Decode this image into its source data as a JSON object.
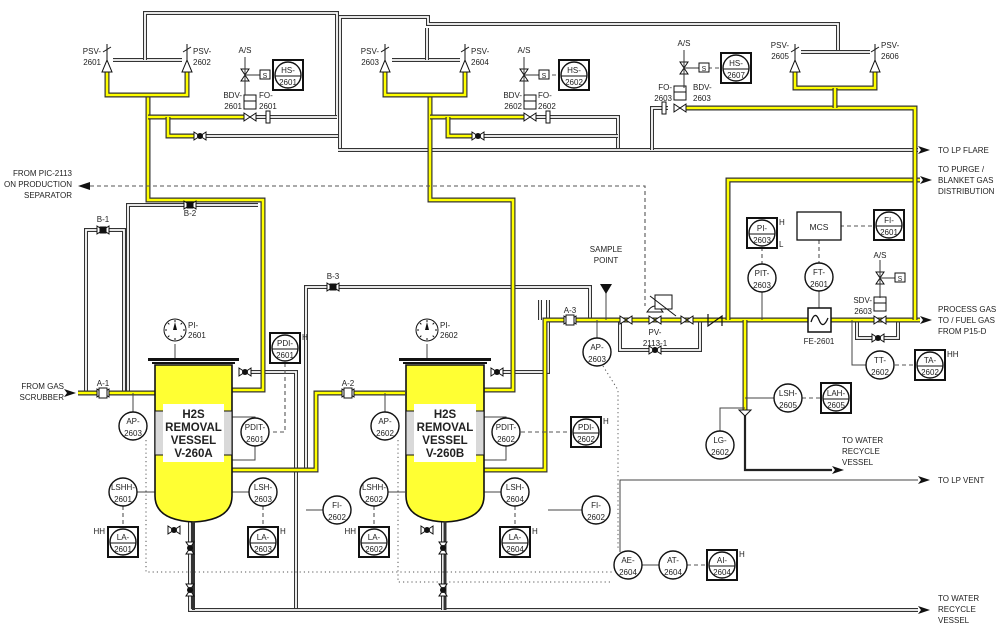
{
  "colors": {
    "process_gas": "#ffff00",
    "pipe_outline": "#333333",
    "vessel_fill": "#ffff33",
    "band": "#d9d9d9"
  },
  "vessels": {
    "a": {
      "l1": "H2S",
      "l2": "REMOVAL",
      "l3": "VESSEL",
      "l4": "V-260A"
    },
    "b": {
      "l1": "H2S",
      "l2": "REMOVAL",
      "l3": "VESSEL",
      "l4": "V-260B"
    }
  },
  "instruments": {
    "hs_2601": {
      "tag": "HS-",
      "num": "2601"
    },
    "hs_2602": {
      "tag": "HS-",
      "num": "2602"
    },
    "hs_2607": {
      "tag": "HS-",
      "num": "2607"
    },
    "pdi_2601": {
      "tag": "PDI-",
      "num": "2601",
      "alarm": "H"
    },
    "pi_2601": {
      "tag": "PI-",
      "num": "2601"
    },
    "pi_2602": {
      "tag": "PI-",
      "num": "2602"
    },
    "ap_2603a": {
      "tag": "AP-",
      "num": "2603"
    },
    "pdit_2601": {
      "tag": "PDIT-",
      "num": "2601"
    },
    "lshh_2601": {
      "tag": "LSHH-",
      "num": "2601"
    },
    "la_2601": {
      "tag": "LA-",
      "num": "2601",
      "alarm": "HH"
    },
    "lsh_2603": {
      "tag": "LSH-",
      "num": "2603"
    },
    "la_2603": {
      "tag": "LA-",
      "num": "2603",
      "alarm": "H"
    },
    "fi_2602a": {
      "tag": "FI-",
      "num": "2602"
    },
    "ap_2602": {
      "tag": "AP-",
      "num": "2602"
    },
    "pdit_2602": {
      "tag": "PDIT-",
      "num": "2602"
    },
    "pdi_2602": {
      "tag": "PDI-",
      "num": "2602",
      "alarm": "H"
    },
    "lshh_2602": {
      "tag": "LSHH-",
      "num": "2602"
    },
    "la_2602": {
      "tag": "LA-",
      "num": "2602",
      "alarm": "HH"
    },
    "lsh_2604": {
      "tag": "LSH-",
      "num": "2604"
    },
    "la_2604": {
      "tag": "LA-",
      "num": "2604",
      "alarm": "H"
    },
    "fi_2602b": {
      "tag": "FI-",
      "num": "2602"
    },
    "ap_2603b": {
      "tag": "AP-",
      "num": "2603"
    },
    "pi_2603": {
      "tag": "PI-",
      "num": "2603",
      "alarm": "H",
      "alarm2": "L"
    },
    "pit_2603": {
      "tag": "PIT-",
      "num": "2603"
    },
    "fi_2601": {
      "tag": "FI-",
      "num": "2601"
    },
    "ft_2601": {
      "tag": "FT-",
      "num": "2601"
    },
    "tt_2602": {
      "tag": "TT-",
      "num": "2602"
    },
    "ta_2602": {
      "tag": "TA-",
      "num": "2602",
      "alarm": "HH"
    },
    "lsh_2605": {
      "tag": "LSH-",
      "num": "2605"
    },
    "lah_2605": {
      "tag": "LAH-",
      "num": "2605"
    },
    "lg_2602": {
      "tag": "LG-",
      "num": "2602"
    },
    "ae_2604": {
      "tag": "AE-",
      "num": "2604"
    },
    "at_2604": {
      "tag": "AT-",
      "num": "2604"
    },
    "ai_2604": {
      "tag": "AI-",
      "num": "2604",
      "alarm": "H"
    }
  },
  "labels": {
    "psv_2601": {
      "tag": "PSV-",
      "num": "2601"
    },
    "psv_2602": {
      "tag": "PSV-",
      "num": "2602"
    },
    "psv_2603": {
      "tag": "PSV-",
      "num": "2603"
    },
    "psv_2604": {
      "tag": "PSV-",
      "num": "2604"
    },
    "psv_2605": {
      "tag": "PSV-",
      "num": "2605"
    },
    "psv_2606": {
      "tag": "PSV-",
      "num": "2606"
    },
    "bdv_2601": {
      "tag": "BDV-",
      "num": "2601"
    },
    "bdv_2602": {
      "tag": "BDV-",
      "num": "2602"
    },
    "bdv_2603": {
      "tag": "BDV-",
      "num": "2603"
    },
    "fo_2601": {
      "tag": "FO-",
      "num": "2601"
    },
    "fo_2602": {
      "tag": "FO-",
      "num": "2602"
    },
    "fo_2603": {
      "tag": "FO-",
      "num": "2603"
    },
    "sdv_2603": {
      "tag": "SDV-",
      "num": "2603"
    },
    "pv_2113": {
      "tag": "PV-",
      "num": "2113-1"
    },
    "as1": "A/S",
    "as2": "A/S",
    "as3": "A/S",
    "as4": "A/S",
    "s": "S",
    "b1": "B-1",
    "b2": "B-2",
    "b3": "B-3",
    "a1": "A-1",
    "a2": "A-2",
    "a3": "A-3",
    "mcs": "MCS",
    "fe_2601": "FE-2601",
    "sample1": "SAMPLE",
    "sample2": "POINT"
  },
  "streams": {
    "from_pic": [
      "FROM PIC-2113",
      "ON PRODUCTION",
      "SEPARATOR"
    ],
    "from_scrubber": [
      "FROM GAS",
      "SCRUBBER"
    ],
    "to_lp_flare": [
      "TO LP FLARE"
    ],
    "to_purge": [
      "TO PURGE /",
      "BLANKET GAS",
      "DISTRIBUTION"
    ],
    "process_gas": [
      "PROCESS GAS",
      "TO / FUEL GAS",
      "FROM P15-D"
    ],
    "to_water_1": [
      "TO WATER",
      "RECYCLE",
      "VESSEL"
    ],
    "to_lp_vent": [
      "TO LP VENT"
    ],
    "to_water_2": [
      "TO WATER",
      "RECYCLE",
      "VESSEL"
    ]
  }
}
